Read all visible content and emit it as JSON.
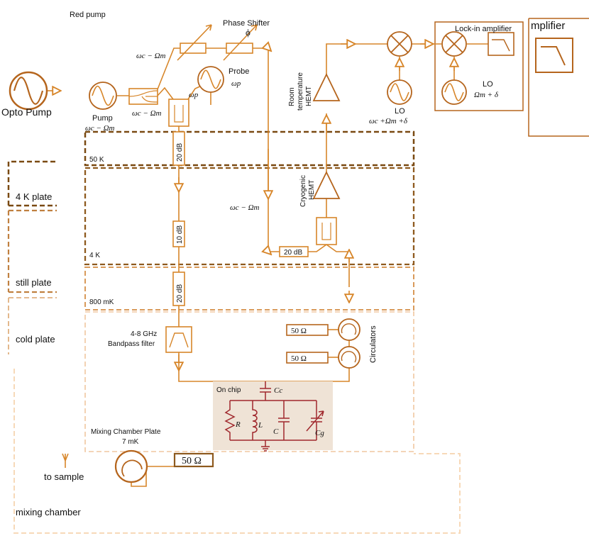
{
  "colors": {
    "wire": "#D7862A",
    "dark": "#7A4A12",
    "comp": "#B5651D",
    "chip_bg": "#EFE3D6",
    "chip_comp": "#A0282D"
  },
  "labels": {
    "red_pump": "Red pump",
    "phase_shifter": "Phase Shifter",
    "phi": "ϕ",
    "opto_pump": "Opto Pump",
    "amplifier": "mplifier",
    "lockin": "Lock-in amplifier",
    "pump": "Pump",
    "pump_freq": "ωc − Ωm",
    "split_top": "ωc − Ωm",
    "split_bottom": "ωc − Ωm",
    "probe": "Probe",
    "probe_freq": "ωp",
    "probe_omega": "ωp",
    "room_hemt_1": "Room",
    "room_hemt_2": "temperature",
    "room_hemt_3": "HEMT",
    "lo1": "LO",
    "lo1_freq": "ωc +Ωm +δ",
    "lo2": "LO",
    "lo2_freq": "Ωm + δ",
    "cryo_hemt_1": "Cryogenic",
    "cryo_hemt_2": "HEMT",
    "line_freq": "ωc − Ωm",
    "stage_50k": "50 K",
    "stage_4k": "4 K",
    "stage_800mk": "800 mK",
    "plate_4k": "4 K plate",
    "still_plate": "still plate",
    "cold_plate": "cold plate",
    "atten_20db_a": "20 dB",
    "atten_10db": "10 dB",
    "atten_20db_b": "20 dB",
    "atten_20db_c": "20 dB",
    "bandpass_1": "4-8 GHz",
    "bandpass_2": "Bandpass filter",
    "load_a": "50 Ω",
    "load_b": "50 Ω",
    "circulators": "Circulators",
    "on_chip": "On chip",
    "cc": "Cc",
    "r": "R",
    "l": "L",
    "c": "C",
    "cg": "Cg",
    "mc_plate_1": "Mixing Chamber Plate",
    "mc_plate_2": "7 mK",
    "load_big": "50 Ω",
    "to_sample": "to sample",
    "mixing_chamber": "mixing chamber"
  }
}
